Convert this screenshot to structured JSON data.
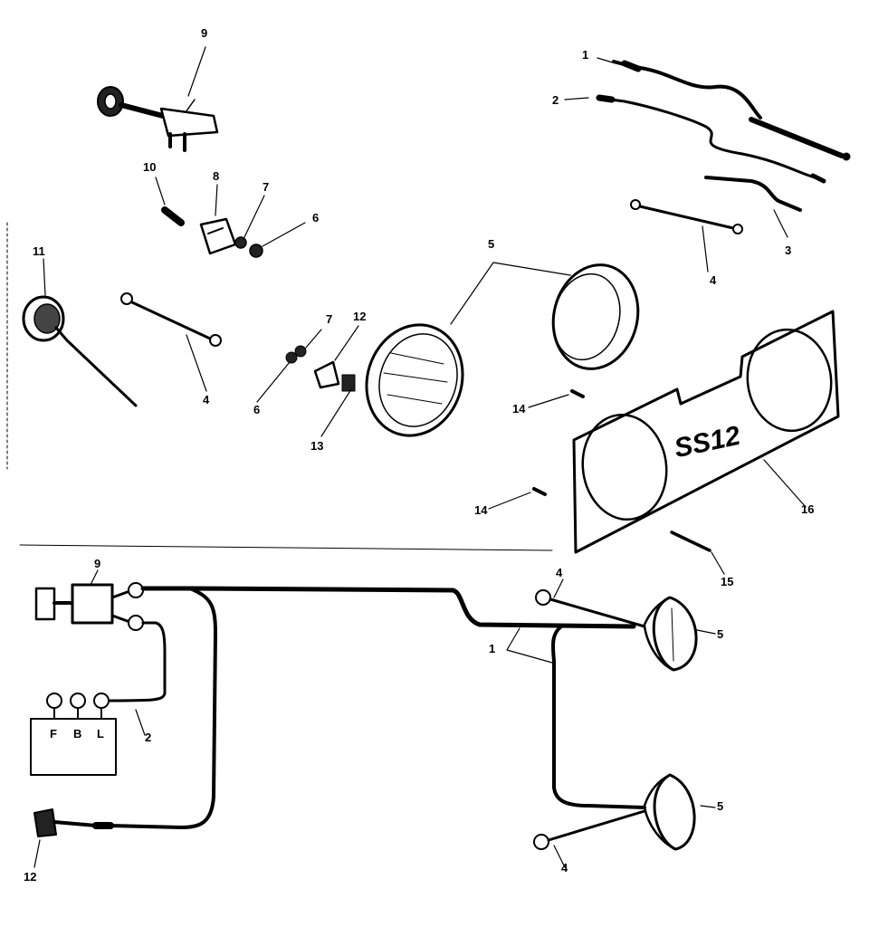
{
  "labels": {
    "sw_top": "9",
    "harness1_top": "1",
    "harness2_top": "2",
    "wire3": "3",
    "wire4_top": "4",
    "lamp5_top": "5",
    "bolt10": "10",
    "clip8": "8",
    "nut7_top": "7",
    "wash6_top": "6",
    "socket11": "11",
    "wire4_mid": "4",
    "nut7_mid": "7",
    "clip12_mid": "12",
    "wash6_mid": "6",
    "block13": "13",
    "screw14_a": "14",
    "screw14_b": "14",
    "panel16": "16",
    "bolt15": "15",
    "sw_bottom": "9",
    "harness1_bottom": "1",
    "wire4_br1": "4",
    "lamp5_br1": "5",
    "harness2_bottom": "2",
    "socket12_bottom": "12",
    "lamp5_br2": "5",
    "wire4_br2": "4"
  },
  "terminals": [
    "F",
    "B",
    "L"
  ],
  "decal": "SS12"
}
